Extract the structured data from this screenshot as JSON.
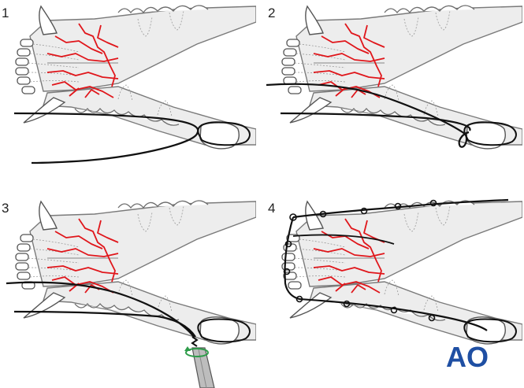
{
  "figure": {
    "panels": [
      {
        "label": "1"
      },
      {
        "label": "2"
      },
      {
        "label": "3"
      },
      {
        "label": "4"
      }
    ],
    "logo": {
      "text": "AO",
      "color": "#1f4fa3"
    }
  },
  "colors": {
    "fracture_lines": "#e0161b",
    "bone_fill": "#e8e8e8",
    "bone_outline": "#6d6d6d",
    "wire": "#111111",
    "rotation_arrow": "#2e9c4a"
  }
}
